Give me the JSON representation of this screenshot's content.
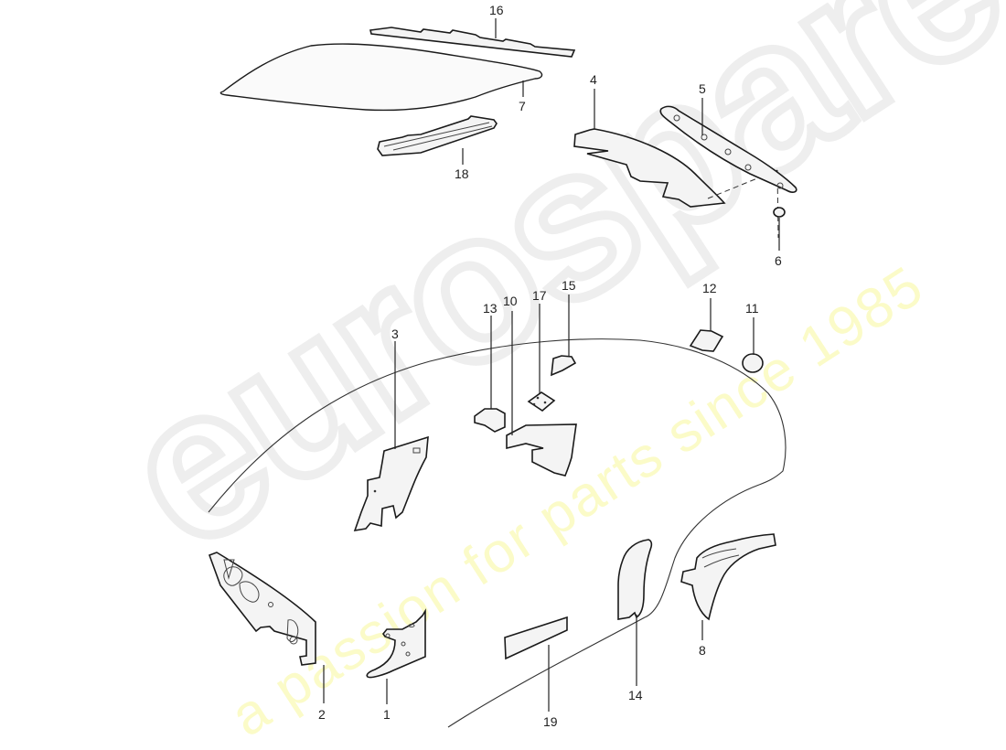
{
  "diagram": {
    "type": "exploded-parts-diagram",
    "subject": "body sound insulation / trim panels",
    "watermark": {
      "brand": "eurospares",
      "tagline": "a passion for parts since 1985",
      "brand_color": "#eeeeee",
      "tagline_color": "#fbfbc8"
    },
    "callouts": [
      {
        "id": "1",
        "label": "1"
      },
      {
        "id": "2",
        "label": "2"
      },
      {
        "id": "3",
        "label": "3"
      },
      {
        "id": "4",
        "label": "4"
      },
      {
        "id": "5",
        "label": "5"
      },
      {
        "id": "6",
        "label": "6"
      },
      {
        "id": "7",
        "label": "7"
      },
      {
        "id": "8",
        "label": "8"
      },
      {
        "id": "10",
        "label": "10"
      },
      {
        "id": "11",
        "label": "11"
      },
      {
        "id": "12",
        "label": "12"
      },
      {
        "id": "13",
        "label": "13"
      },
      {
        "id": "14",
        "label": "14"
      },
      {
        "id": "15",
        "label": "15"
      },
      {
        "id": "16",
        "label": "16"
      },
      {
        "id": "17",
        "label": "17"
      },
      {
        "id": "18",
        "label": "18"
      },
      {
        "id": "19",
        "label": "19"
      }
    ]
  }
}
